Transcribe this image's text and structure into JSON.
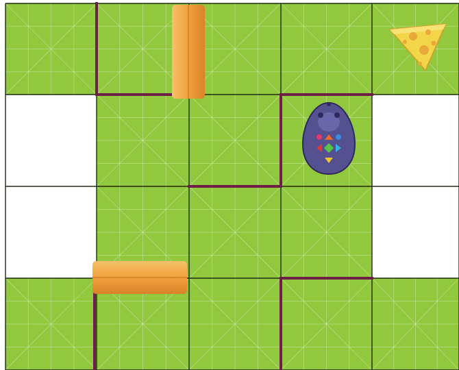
{
  "board": {
    "rows": 4,
    "cols": 5,
    "grass_color": "#92c83e",
    "grid_line_color": "#1e2a14",
    "wall_color": "#6e1f46",
    "barrier_color": "#f0a23c",
    "tiles": [
      [
        "grass",
        "grass",
        "grass",
        "grass",
        "grass"
      ],
      [
        "empty",
        "grass",
        "grass",
        "grass",
        "empty"
      ],
      [
        "empty",
        "grass",
        "grass",
        "grass",
        "empty"
      ],
      [
        "grass",
        "grass",
        "grass",
        "grass",
        "grass"
      ]
    ]
  },
  "pieces": {
    "mouse": {
      "row": 1,
      "col": 3,
      "facing": "up",
      "body_color": "#55508f"
    },
    "cheese": {
      "row": 0,
      "col": 4,
      "color": "#f3d54a"
    }
  }
}
